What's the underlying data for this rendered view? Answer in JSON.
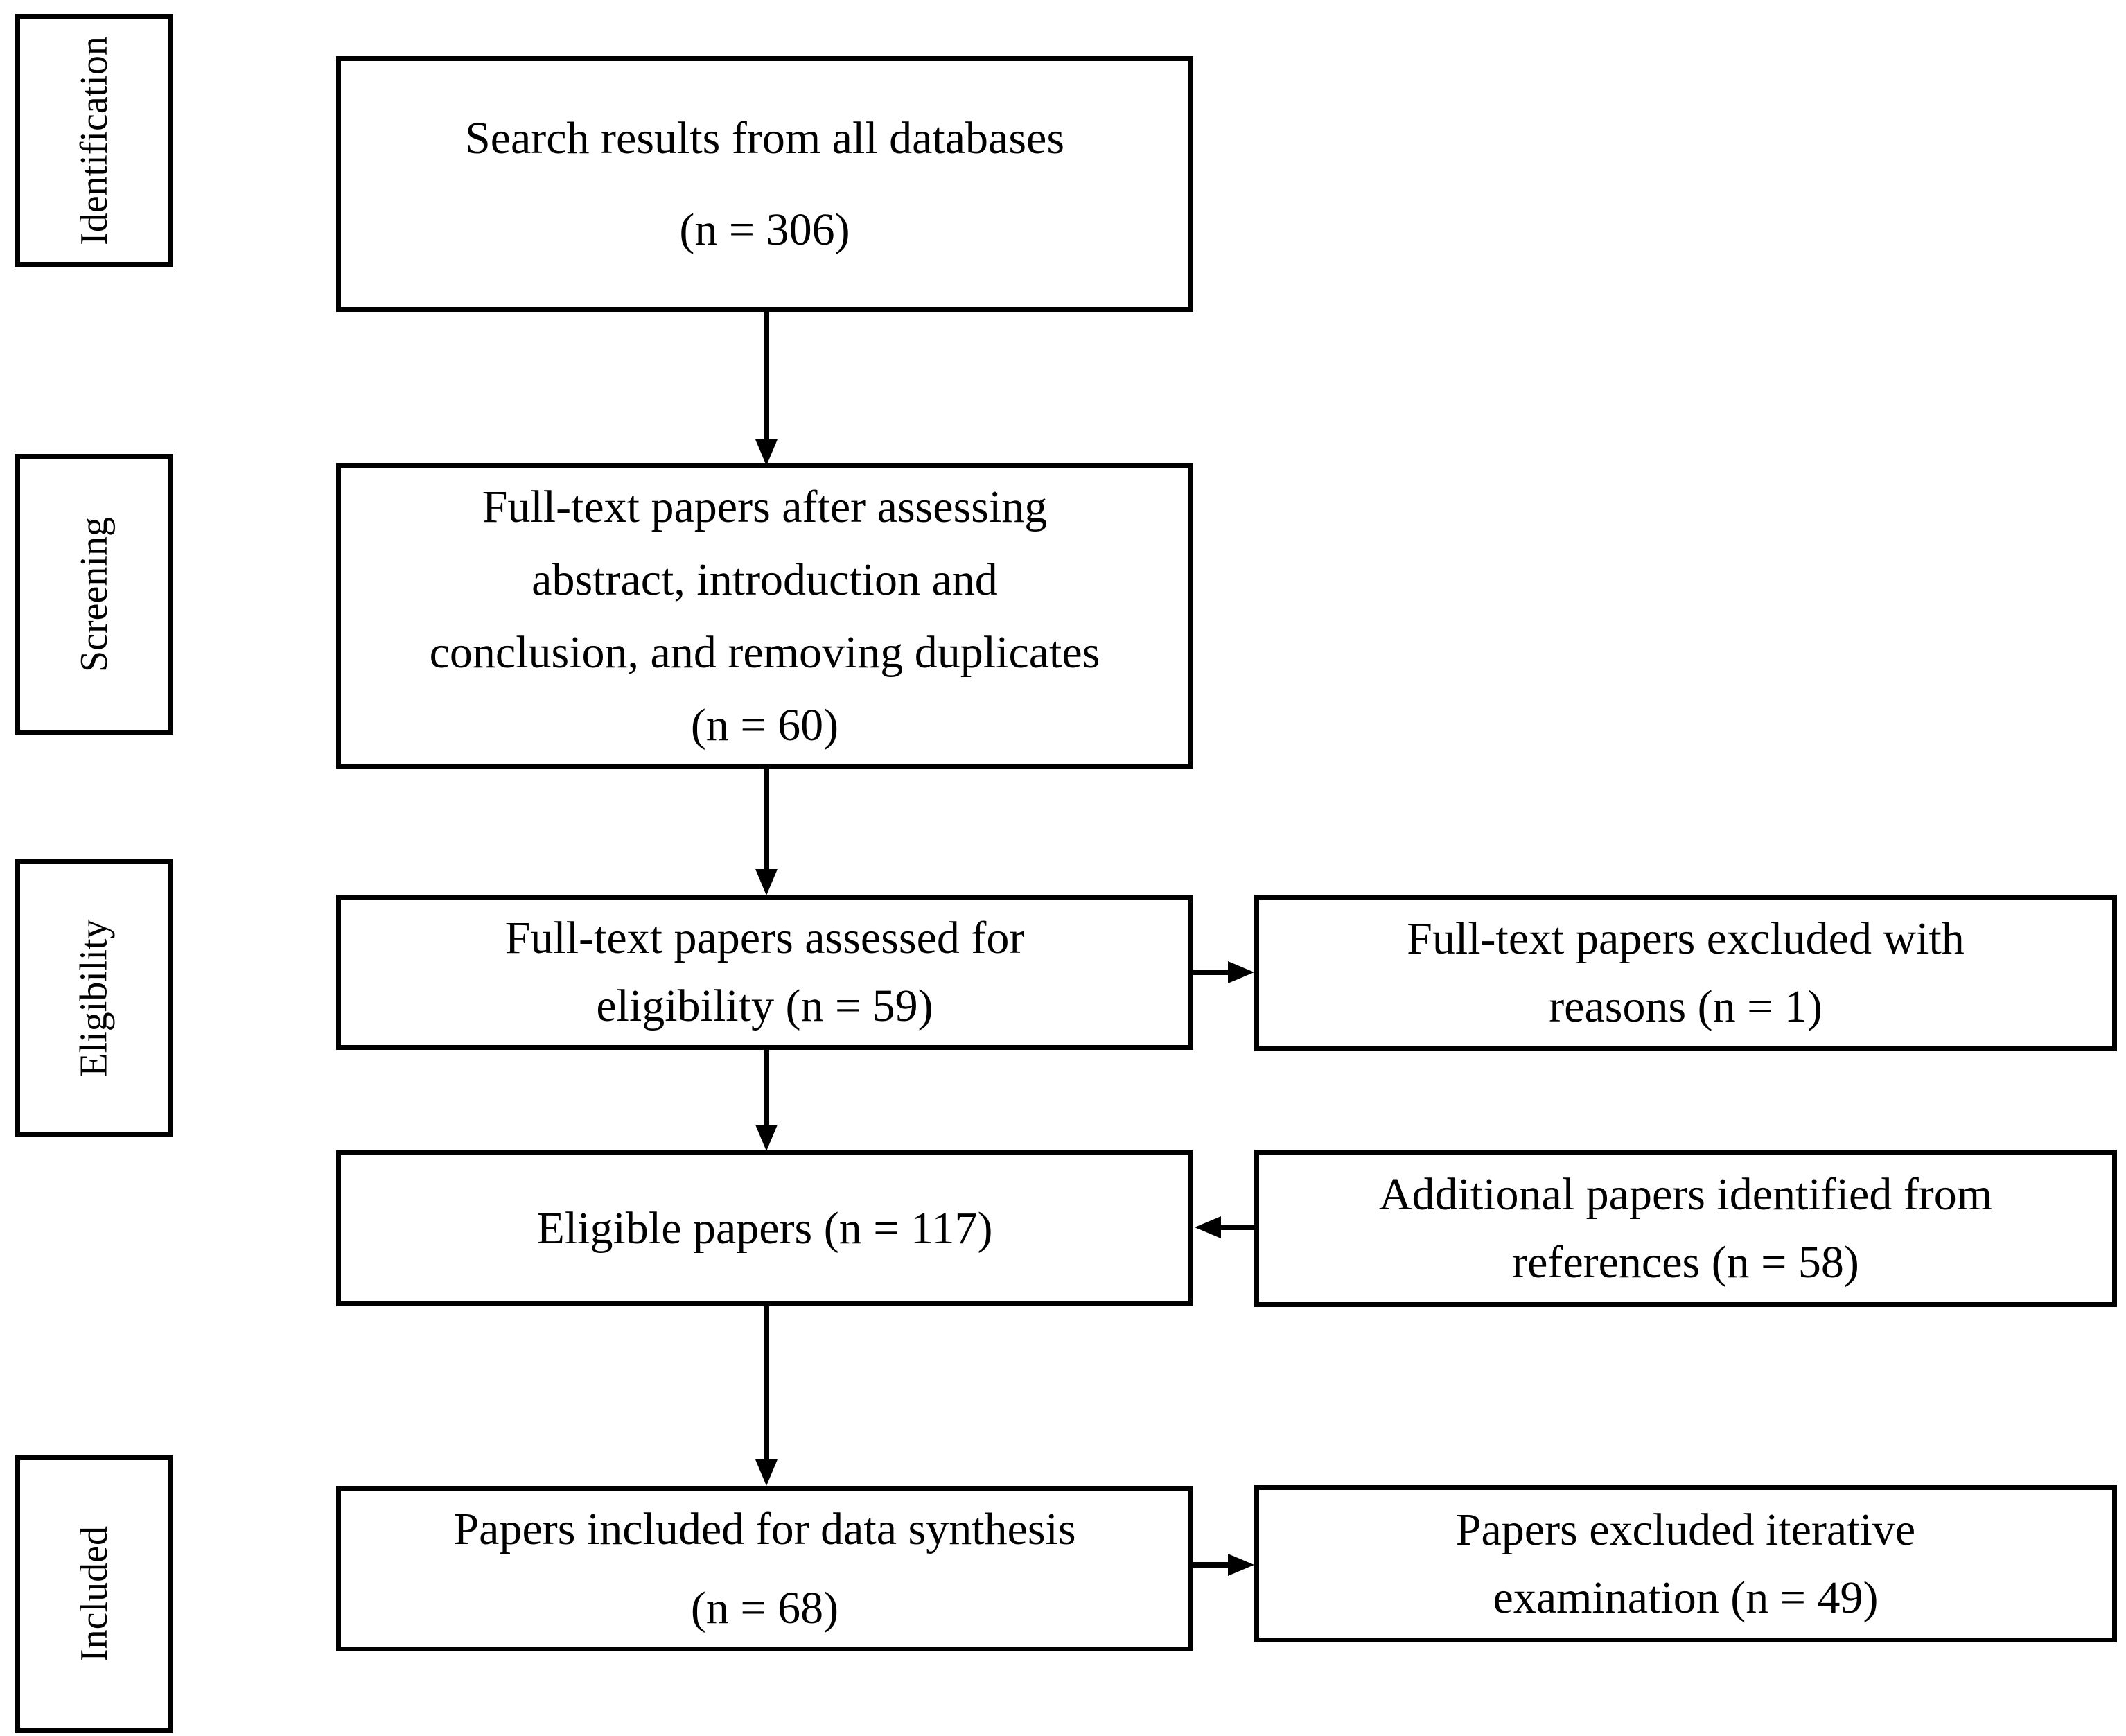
{
  "colors": {
    "foreground": "#000000",
    "background": "#ffffff"
  },
  "stages": {
    "identification": "Identification",
    "screening": "Screening",
    "eligibility": "Eligibility",
    "included": "Included"
  },
  "boxes": {
    "search": {
      "lines": [
        "Search results from all databases",
        "(n = 306)"
      ]
    },
    "screened": {
      "lines": [
        "Full-text papers after assessing",
        "abstract, introduction and",
        "conclusion, and removing duplicates",
        "(n = 60)"
      ]
    },
    "assessed": {
      "lines": [
        "Full-text papers assessed for",
        "eligibility (n = 59)"
      ]
    },
    "eligible": {
      "lines": [
        "Eligible papers (n = 117)"
      ]
    },
    "synthesis": {
      "lines": [
        "Papers included for data synthesis",
        "(n = 68)"
      ]
    },
    "excluded_reasons": {
      "lines": [
        "Full-text papers excluded with",
        "reasons (n = 1)"
      ]
    },
    "additional_refs": {
      "lines": [
        "Additional papers identified from",
        "references (n = 58)"
      ]
    },
    "excluded_iterative": {
      "lines": [
        "Papers excluded iterative",
        "examination (n = 49)"
      ]
    }
  },
  "counts": {
    "search_results": 306,
    "after_screening": 60,
    "assessed_for_eligibility": 59,
    "excluded_with_reasons": 1,
    "eligible": 117,
    "additional_from_references": 58,
    "included_for_synthesis": 68,
    "excluded_iterative_examination": 49
  }
}
